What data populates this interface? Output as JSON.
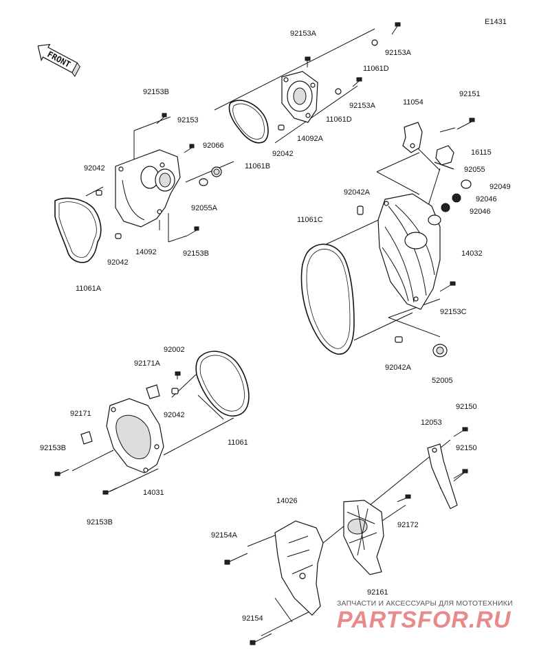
{
  "diagram_code": "E1431",
  "front_label": "FRONT",
  "labels": {
    "l92153A_top": "92153A",
    "l92153A_right": "92153A",
    "l11061D_a": "11061D",
    "l92153B_a": "92153B",
    "l92153": "92153",
    "l92153A_mid": "92153A",
    "l11061D_b": "11061D",
    "l11054": "11054",
    "l92151": "92151",
    "l92066": "92066",
    "l14092A": "14092A",
    "l92042_a": "92042",
    "l11061B": "11061B",
    "l92042_b": "92042",
    "l16115": "16115",
    "l92055": "92055",
    "l92049": "92049",
    "l92042A_a": "92042A",
    "l92046_a": "92046",
    "l92055A": "92055A",
    "l92046_b": "92046",
    "l11061C": "11061C",
    "l92042_c": "92042",
    "l14092": "14092",
    "l92153B_b": "92153B",
    "l14032": "14032",
    "l11061A": "11061A",
    "l92153C": "92153C",
    "l92002": "92002",
    "l92042A_b": "92042A",
    "l92171A": "92171A",
    "l52005": "52005",
    "l92042_d": "92042",
    "l92171": "92171",
    "l92150_a": "92150",
    "l12053": "12053",
    "l11061": "11061",
    "l92153B_c": "92153B",
    "l92150_b": "92150",
    "l14031": "14031",
    "l14026": "14026",
    "l92153B_d": "92153B",
    "l92172": "92172",
    "l92154A": "92154A",
    "l92161": "92161",
    "l92154": "92154"
  },
  "watermark": {
    "tagline": "ЗАПЧАСТИ И АКСЕССУАРЫ ДЛЯ МОТОТЕХНИКИ",
    "brand": "PARTSFOR.RU",
    "brand_color": "#e98a8a"
  }
}
